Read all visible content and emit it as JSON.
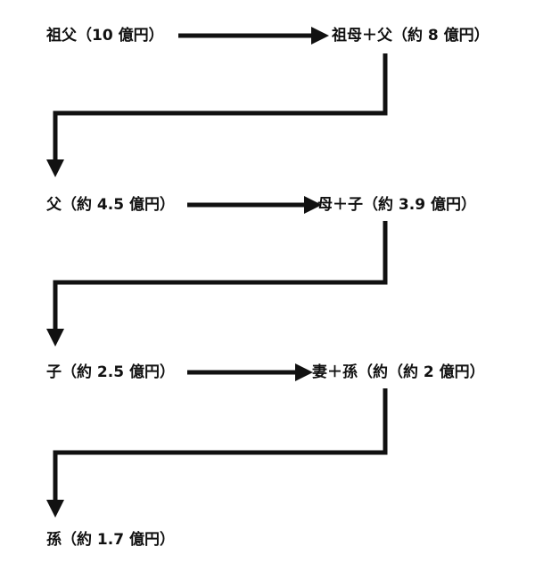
{
  "nodes": {
    "grandfather": "祖父（10 億円）",
    "gen1_heirs": "祖母＋父（約 8 億円）",
    "father": "父（約 4.5 億円）",
    "gen2_heirs": "母＋子（約 3.9 億円）",
    "child": "子（約 2.5 億円）",
    "gen3_heirs": "妻＋孫（約（約 2 億円）",
    "grandchild": "孫（約 1.7 億円）"
  },
  "colors": {
    "line": "#111111",
    "text": "#111111",
    "background": "#ffffff"
  }
}
